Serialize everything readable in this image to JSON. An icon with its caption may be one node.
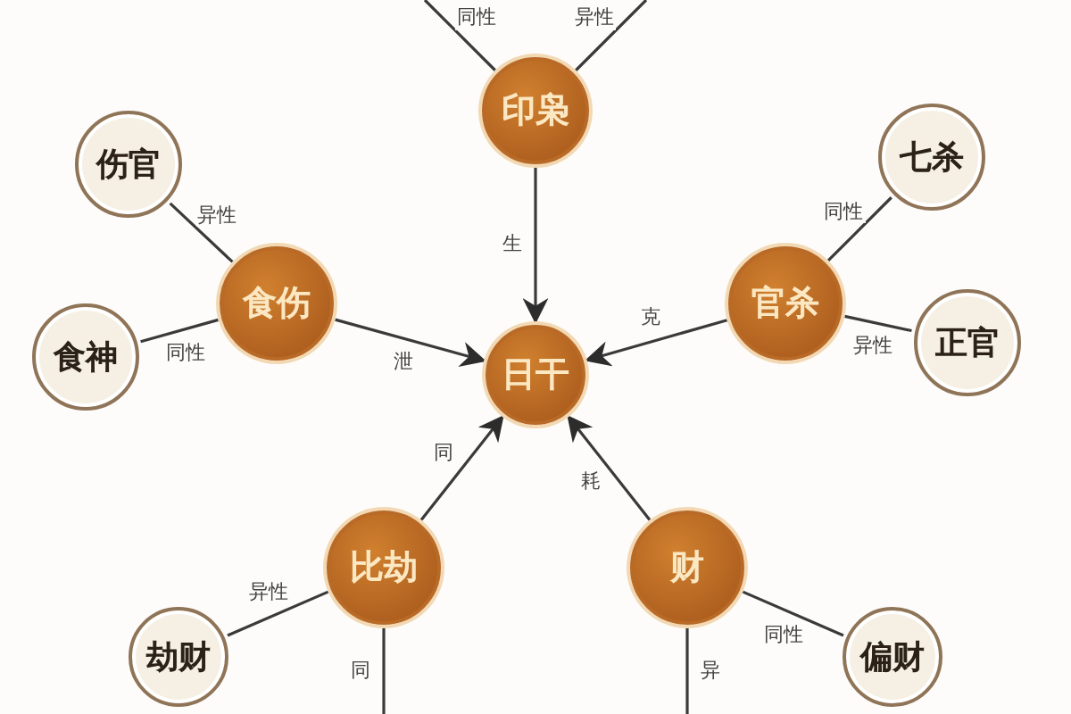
{
  "diagram": {
    "nodes": [
      {
        "text": [
          "印枭"
        ]
      },
      {
        "text": [
          "伤官"
        ]
      },
      {
        "text": [
          "食伤"
        ]
      },
      {
        "text": [
          "七杀"
        ]
      },
      {
        "text": [
          "官杀"
        ]
      },
      {
        "text": [
          "食神"
        ]
      },
      {
        "text": [
          "日干"
        ]
      },
      {
        "text": [
          "正官"
        ]
      },
      {
        "text": [
          "比劫"
        ]
      },
      {
        "text": [
          "财"
        ]
      },
      {
        "text": [
          "劫财"
        ]
      },
      {
        "text": [
          "偏财"
        ]
      }
    ],
    "edges": [
      {
        "from": null,
        "to": 0,
        "arrow": "none",
        "label": "同性"
      },
      {
        "from": null,
        "to": 0,
        "arrow": "none",
        "label": "异性"
      },
      {
        "from": 0,
        "to": 6,
        "arrow": "to",
        "label": "生"
      },
      {
        "from": 2,
        "to": 1,
        "arrow": "none",
        "label": "异性"
      },
      {
        "from": 2,
        "to": 5,
        "arrow": "none",
        "label": "同性"
      },
      {
        "from": 2,
        "to": 6,
        "arrow": "to",
        "label": "泄"
      },
      {
        "from": 4,
        "to": 3,
        "arrow": "none",
        "label": "同性"
      },
      {
        "from": 4,
        "to": 7,
        "arrow": "none",
        "label": "异性"
      },
      {
        "from": 4,
        "to": 6,
        "arrow": "to",
        "label": "克"
      },
      {
        "from": 8,
        "to": 6,
        "arrow": "to",
        "label": "同"
      },
      {
        "from": 9,
        "to": 6,
        "arrow": "to",
        "label": "耗"
      },
      {
        "from": 8,
        "to": 10,
        "arrow": "none",
        "label": "异性"
      },
      {
        "from": 8,
        "to": null,
        "arrow": "none",
        "label": "同"
      },
      {
        "from": 9,
        "to": 11,
        "arrow": "none",
        "label": "同性"
      },
      {
        "from": 9,
        "to": null,
        "arrow": "none",
        "label": "异"
      }
    ]
  }
}
